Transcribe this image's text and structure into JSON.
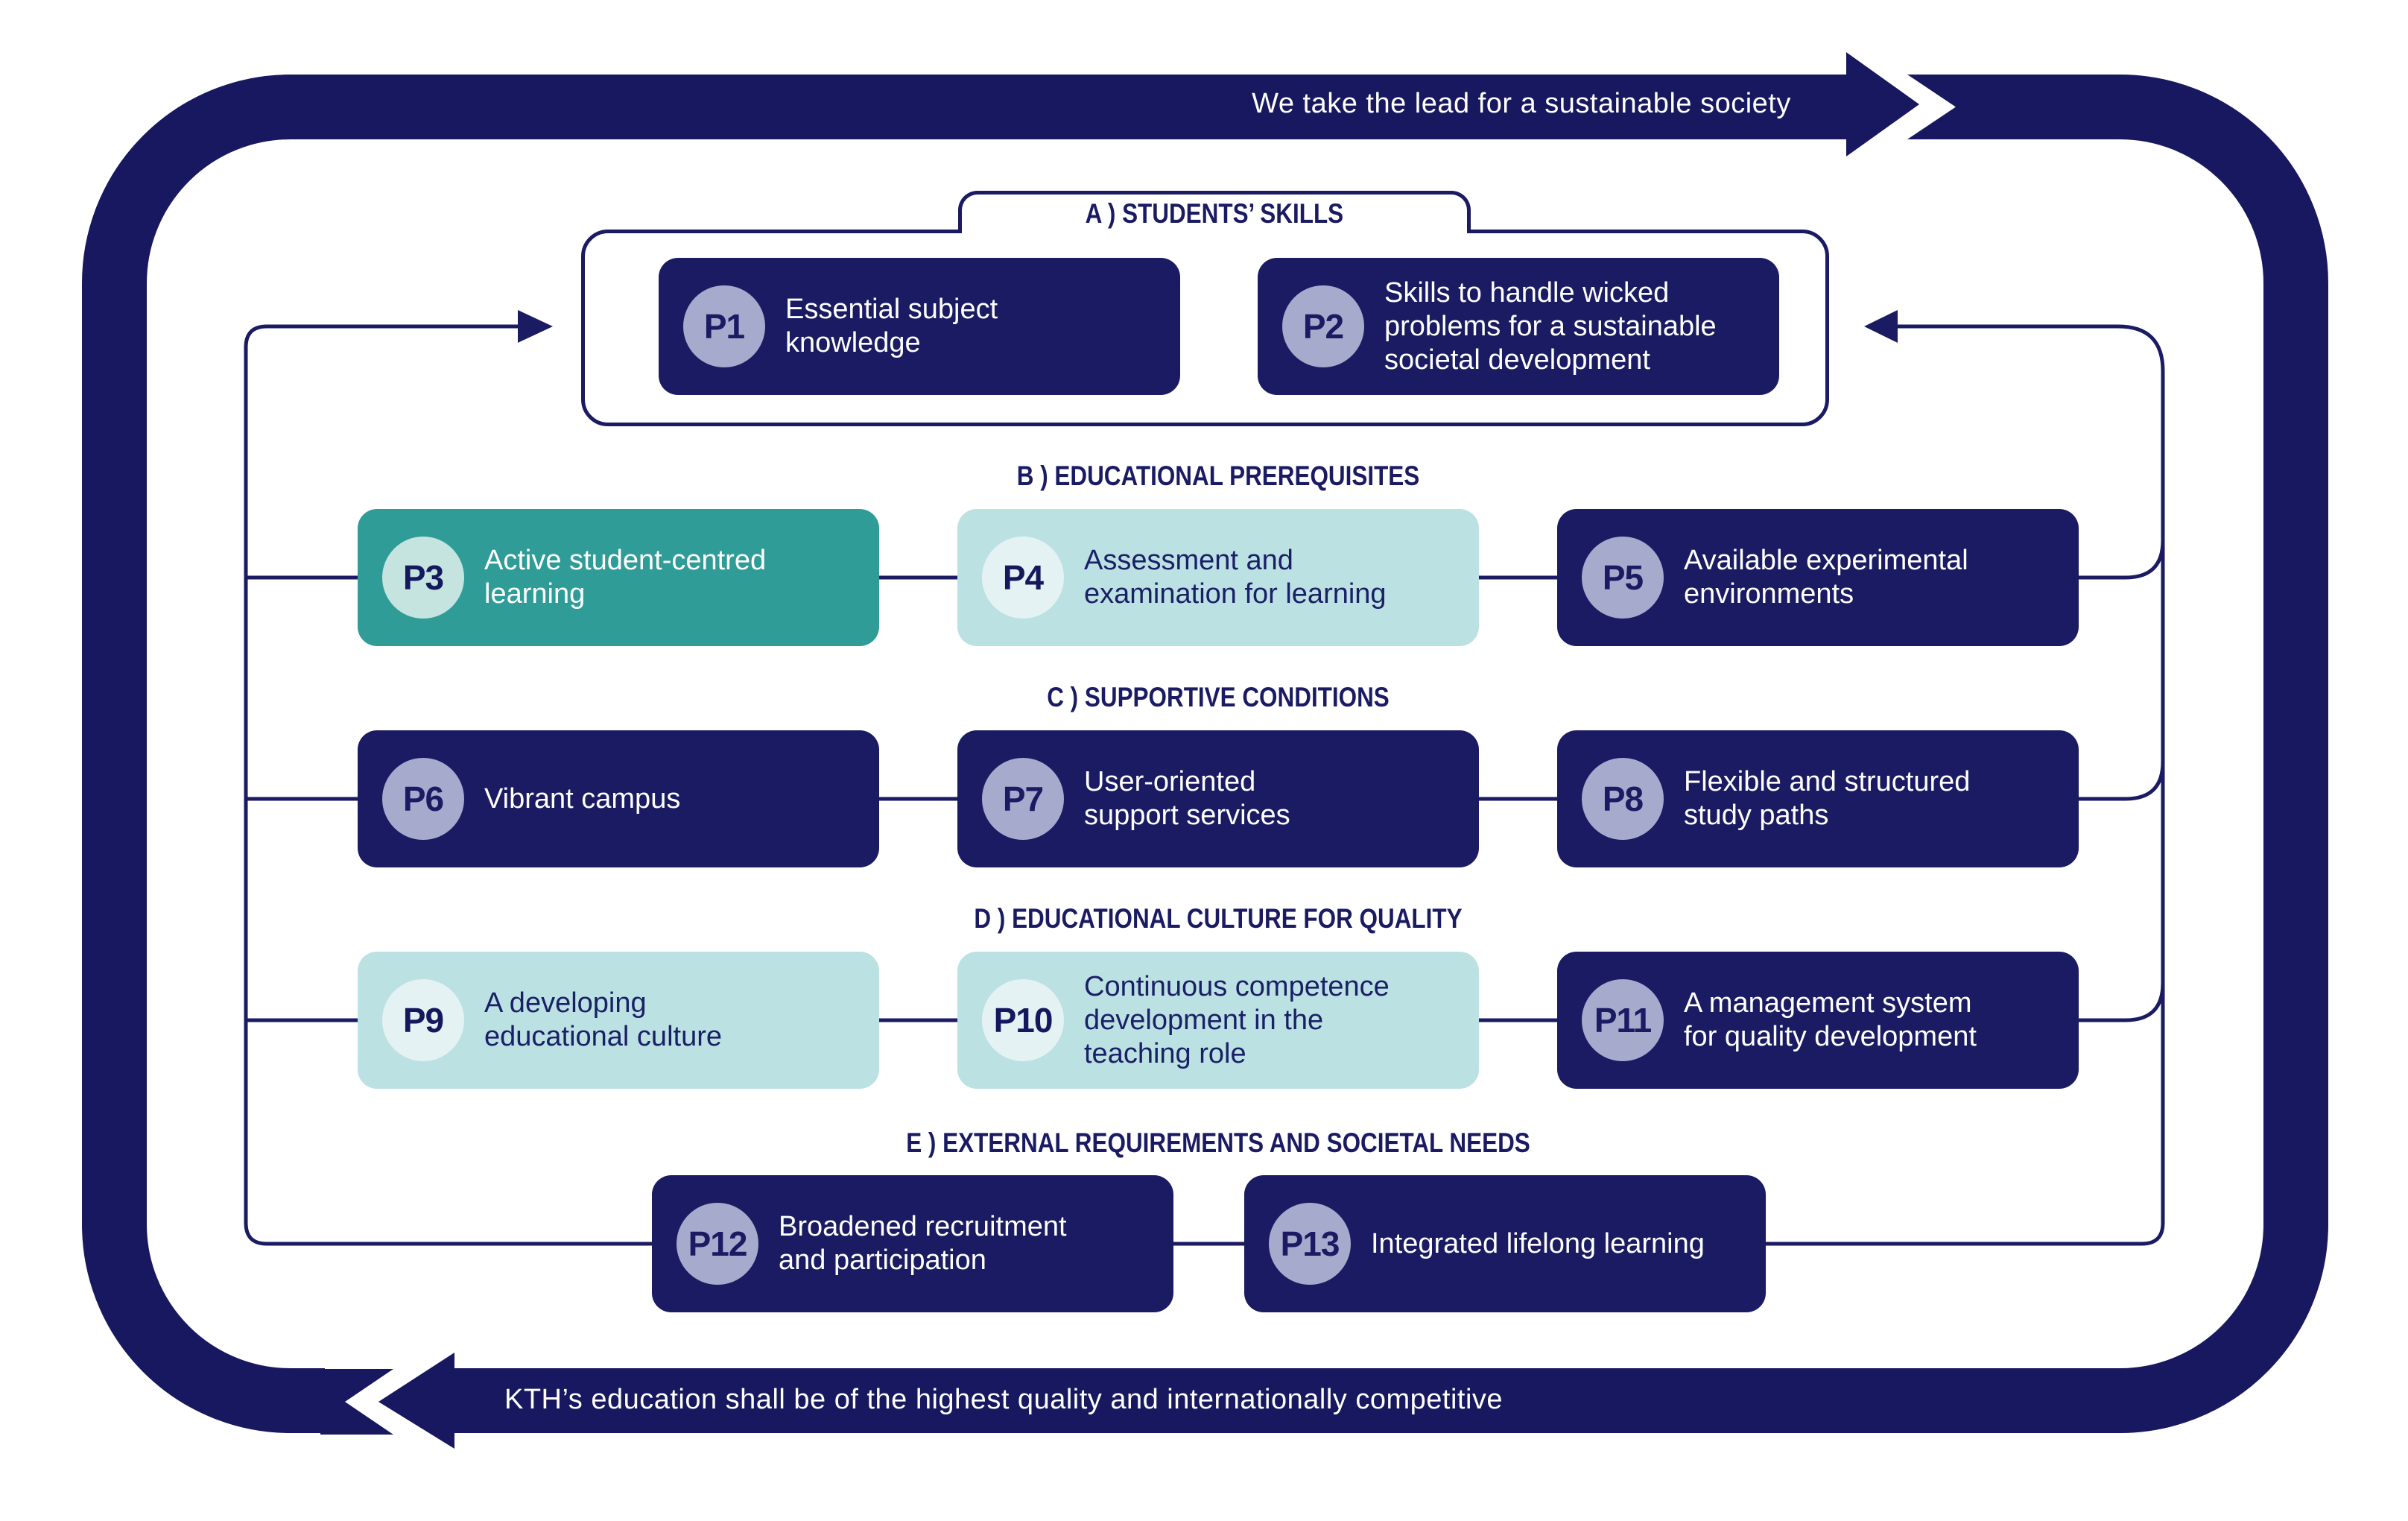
{
  "banners": {
    "top": "We take the lead for a sustainable society",
    "bottom": "KTH’s education shall be of the highest quality and internationally competitive"
  },
  "sections": [
    {
      "id": "A",
      "label": "A )  STUDENTS’ SKILLS",
      "boxes": [
        {
          "id": "P1",
          "text": "Essential subject\nknowledge",
          "variant": "navy"
        },
        {
          "id": "P2",
          "text": "Skills to handle wicked\nproblems for a sustainable\nsocietal development",
          "variant": "navy"
        }
      ]
    },
    {
      "id": "B",
      "label": "B )  EDUCATIONAL PREREQUISITES",
      "boxes": [
        {
          "id": "P3",
          "text": "Active student-centred\nlearning",
          "variant": "teal"
        },
        {
          "id": "P4",
          "text": "Assessment and\nexamination for learning",
          "variant": "pale"
        },
        {
          "id": "P5",
          "text": "Available experimental\nenvironments",
          "variant": "navy"
        }
      ]
    },
    {
      "id": "C",
      "label": "C )  SUPPORTIVE CONDITIONS",
      "boxes": [
        {
          "id": "P6",
          "text": "Vibrant campus",
          "variant": "navy"
        },
        {
          "id": "P7",
          "text": "User-oriented\nsupport services",
          "variant": "navy"
        },
        {
          "id": "P8",
          "text": "Flexible and structured\nstudy paths",
          "variant": "navy"
        }
      ]
    },
    {
      "id": "D",
      "label": "D )  EDUCATIONAL CULTURE FOR QUALITY",
      "boxes": [
        {
          "id": "P9",
          "text": "A developing\neducational culture",
          "variant": "pale"
        },
        {
          "id": "P10",
          "text": "Continuous competence\ndevelopment in the\nteaching role",
          "variant": "pale"
        },
        {
          "id": "P11",
          "text": "A management system\nfor quality development",
          "variant": "navy"
        }
      ]
    },
    {
      "id": "E",
      "label": "E )  EXTERNAL REQUIREMENTS AND SOCIETAL NEEDS",
      "boxes": [
        {
          "id": "P12",
          "text": "Broadened recruitment\nand participation",
          "variant": "navy"
        },
        {
          "id": "P13",
          "text": "Integrated lifelong learning",
          "variant": "navy"
        }
      ]
    }
  ],
  "colors": {
    "ring_navy": "#17185F",
    "box_navy": "#1A1B63",
    "teal": "#2F9C98",
    "pale_cyan": "#BCE1E3",
    "circle_periwinkle": "#A6AACD",
    "circle_mint": "#C5E4E0",
    "circle_pale": "#E4F2F4",
    "text_white": "#FFFFFF",
    "text_navy": "#1A2066"
  }
}
